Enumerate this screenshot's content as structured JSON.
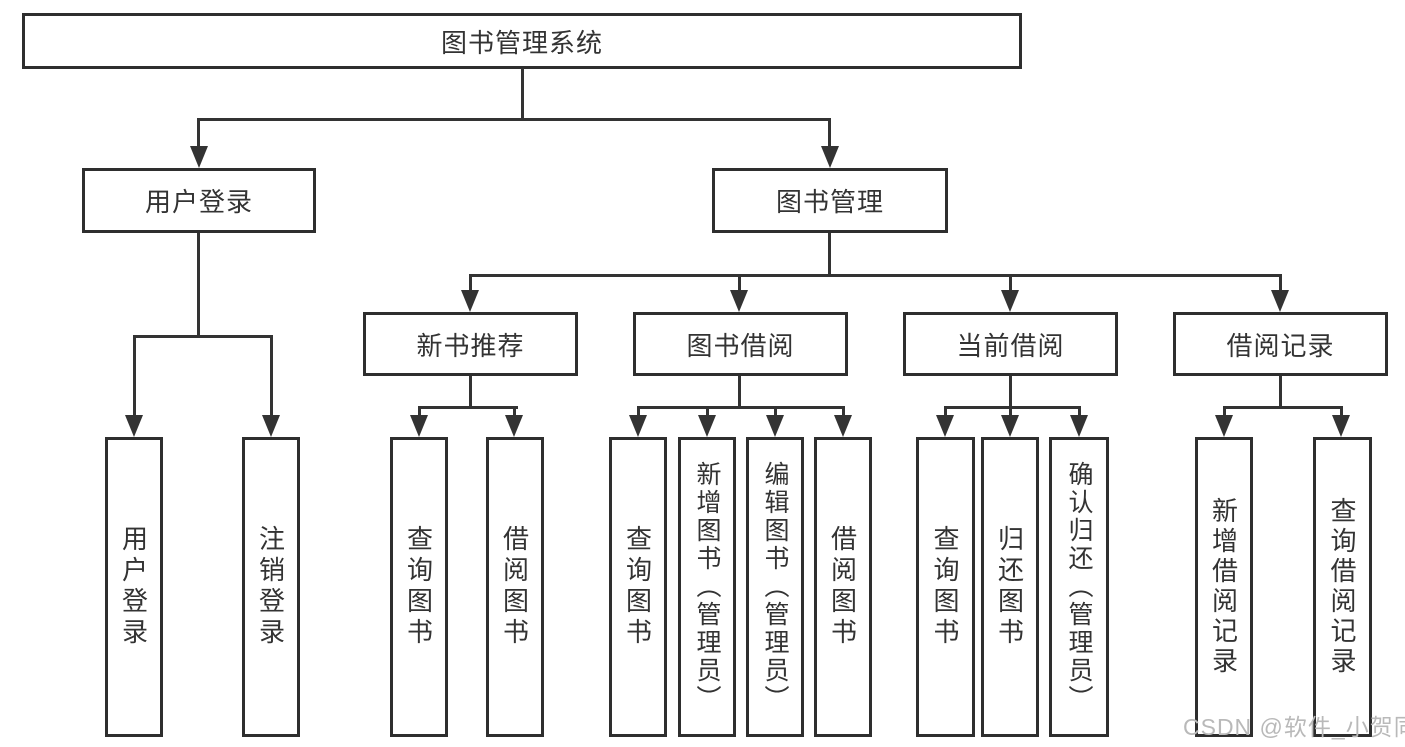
{
  "colors": {
    "line": "#333333",
    "box_border": "#2e2e2e",
    "text": "#333333",
    "watermark": "#b9b9b9",
    "background": "#ffffff"
  },
  "watermark": {
    "text": "CSDN @软件_小贺同学"
  },
  "tree": {
    "root": {
      "label": "图书管理系统",
      "children": [
        {
          "label": "用户登录",
          "children": [
            {
              "label": "用户登录"
            },
            {
              "label": "注销登录"
            }
          ]
        },
        {
          "label": "图书管理",
          "children": [
            {
              "label": "新书推荐",
              "children": [
                {
                  "label": "查询图书"
                },
                {
                  "label": "借阅图书"
                }
              ]
            },
            {
              "label": "图书借阅",
              "children": [
                {
                  "label": "查询图书"
                },
                {
                  "label": "新增图书（管理员）"
                },
                {
                  "label": "编辑图书（管理员）"
                },
                {
                  "label": "借阅图书"
                }
              ]
            },
            {
              "label": "当前借阅",
              "children": [
                {
                  "label": "查询图书"
                },
                {
                  "label": "归还图书"
                },
                {
                  "label": "确认归还（管理员）"
                }
              ]
            },
            {
              "label": "借阅记录",
              "children": [
                {
                  "label": "新增借阅记录"
                },
                {
                  "label": "查询借阅记录"
                }
              ]
            }
          ]
        }
      ]
    }
  }
}
